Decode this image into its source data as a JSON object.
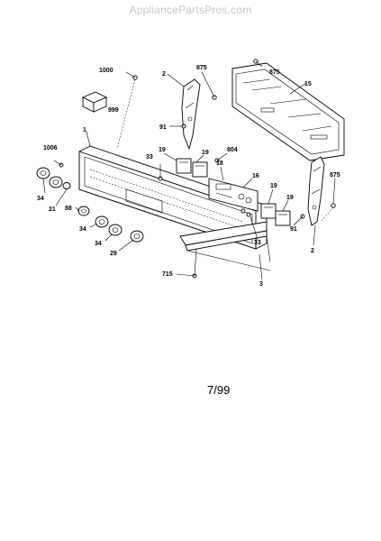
{
  "watermark": "AppliancePartsPros.com",
  "date_code": "7/99",
  "labels": {
    "p1000": "1000",
    "p999": "999",
    "p2a": "2",
    "p875a": "875",
    "p875b": "875",
    "p15": "15",
    "p91a": "91",
    "p1": "1",
    "p1006": "1006",
    "p19a": "19",
    "p19b": "19",
    "p804": "804",
    "p33a": "33",
    "p18": "18",
    "p16": "16",
    "p34a": "34",
    "p21": "21",
    "p88": "88",
    "p34b": "34",
    "p34c": "34",
    "p29": "29",
    "p19c": "19",
    "p19d": "19",
    "p33b": "33",
    "p91b": "91",
    "p875c": "875",
    "p2b": "2",
    "p715": "715",
    "p3": "3"
  }
}
